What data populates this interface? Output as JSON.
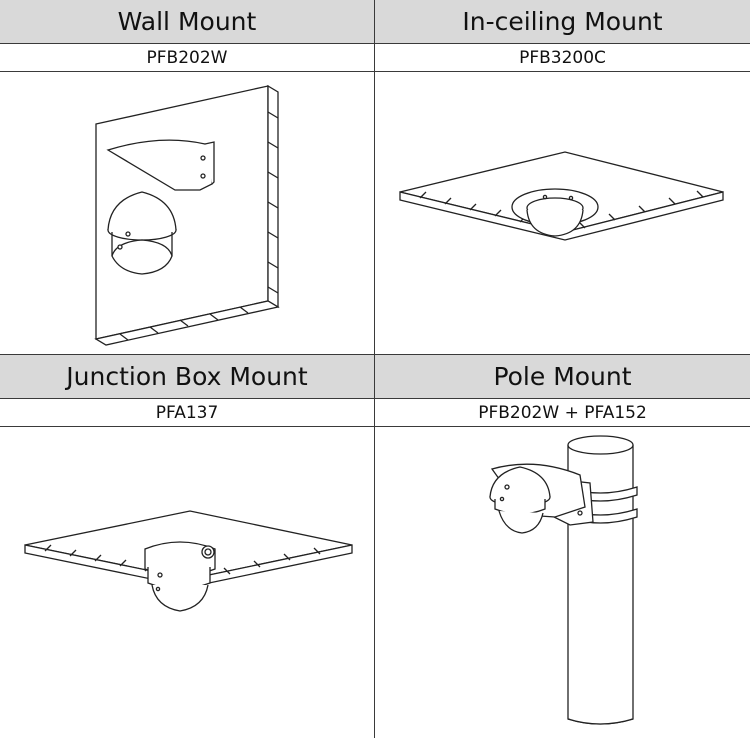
{
  "mounts": [
    {
      "title": "Wall Mount",
      "model": "PFB202W"
    },
    {
      "title": "In-ceiling Mount",
      "model": "PFB3200C"
    },
    {
      "title": "Junction Box Mount",
      "model": "PFA137"
    },
    {
      "title": "Pole Mount",
      "model": "PFB202W + PFA152"
    }
  ],
  "colors": {
    "header_bg": "#d9d9d9",
    "border": "#3a3a3a",
    "line": "#222222"
  }
}
